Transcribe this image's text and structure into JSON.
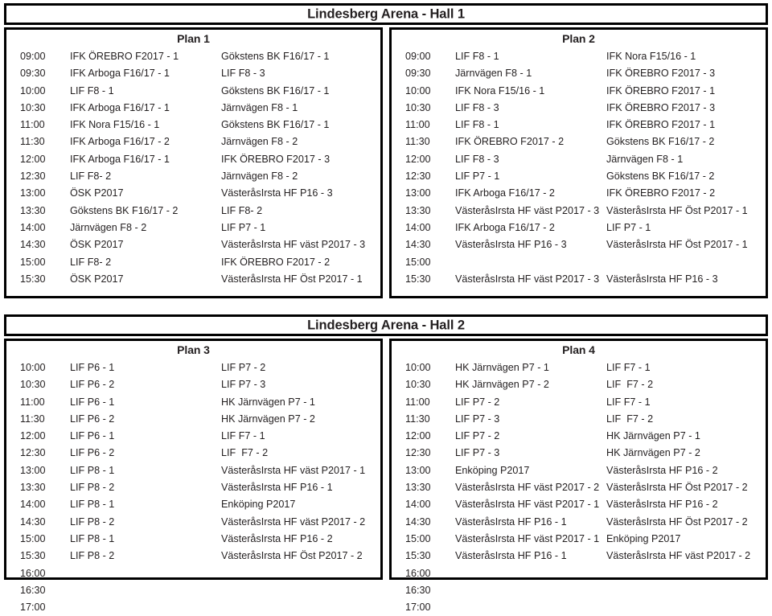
{
  "halls": [
    {
      "title": "Lindesberg Arena - Hall 1",
      "plans": [
        {
          "title": "Plan 1",
          "rows": [
            {
              "time": "09:00",
              "home": "IFK ÖREBRO F2017 - 1",
              "away": "Gökstens BK F16/17 - 1"
            },
            {
              "time": "09:30",
              "home": "IFK Arboga F16/17 - 1",
              "away": "LIF F8 - 3"
            },
            {
              "time": "10:00",
              "home": "LIF F8 - 1",
              "away": "Gökstens BK F16/17 - 1"
            },
            {
              "time": "10:30",
              "home": "IFK Arboga F16/17 - 1",
              "away": "Järnvägen F8 - 1"
            },
            {
              "time": "11:00",
              "home": "IFK Nora F15/16 - 1",
              "away": "Gökstens BK F16/17 - 1"
            },
            {
              "time": "11:30",
              "home": "IFK Arboga F16/17 - 2",
              "away": "Järnvägen F8 - 2"
            },
            {
              "time": "12:00",
              "home": "IFK Arboga F16/17 - 1",
              "away": "IFK ÖREBRO F2017 - 3"
            },
            {
              "time": "12:30",
              "home": "LIF F8- 2",
              "away": "Järnvägen F8 - 2"
            },
            {
              "time": "13:00",
              "home": "ÖSK P2017",
              "away": "VästeråsIrsta HF P16 - 3"
            },
            {
              "time": "13:30",
              "home": "Gökstens BK F16/17 - 2",
              "away": "LIF F8- 2"
            },
            {
              "time": "14:00",
              "home": "Järnvägen F8 - 2",
              "away": "LIF P7 - 1"
            },
            {
              "time": "14:30",
              "home": "ÖSK P2017",
              "away": "VästeråsIrsta HF väst P2017 - 3"
            },
            {
              "time": "15:00",
              "home": "LIF F8- 2",
              "away": "IFK ÖREBRO F2017 - 2"
            },
            {
              "time": "15:30",
              "home": "ÖSK P2017",
              "away": "VästeråsIrsta HF Öst P2017 - 1"
            }
          ]
        },
        {
          "title": "Plan 2",
          "rows": [
            {
              "time": "09:00",
              "home": "LIF F8 - 1",
              "away": "IFK Nora F15/16 - 1"
            },
            {
              "time": "09:30",
              "home": "Järnvägen F8 - 1",
              "away": "IFK ÖREBRO F2017 - 3"
            },
            {
              "time": "10:00",
              "home": "IFK Nora F15/16 - 1",
              "away": "IFK ÖREBRO F2017 - 1"
            },
            {
              "time": "10:30",
              "home": "LIF F8 - 3",
              "away": "IFK ÖREBRO F2017 - 3"
            },
            {
              "time": "11:00",
              "home": "LIF F8 - 1",
              "away": "IFK ÖREBRO F2017 - 1"
            },
            {
              "time": "11:30",
              "home": "IFK ÖREBRO F2017 - 2",
              "away": "Gökstens BK F16/17 - 2"
            },
            {
              "time": "12:00",
              "home": "LIF F8 - 3",
              "away": "Järnvägen F8 - 1"
            },
            {
              "time": "12:30",
              "home": "LIF P7 - 1",
              "away": "Gökstens BK F16/17 - 2"
            },
            {
              "time": "13:00",
              "home": "IFK Arboga F16/17 - 2",
              "away": "IFK ÖREBRO F2017 - 2"
            },
            {
              "time": "13:30",
              "home": "VästeråsIrsta HF väst P2017 - 3",
              "away": "VästeråsIrsta HF Öst P2017 - 1"
            },
            {
              "time": "14:00",
              "home": "IFK Arboga F16/17 - 2",
              "away": "LIF P7 - 1"
            },
            {
              "time": "14:30",
              "home": "VästeråsIrsta HF P16 - 3",
              "away": "VästeråsIrsta HF Öst P2017 - 1"
            },
            {
              "time": "15:00",
              "home": "",
              "away": ""
            },
            {
              "time": "15:30",
              "home": "VästeråsIrsta HF väst P2017 - 3",
              "away": "VästeråsIrsta HF P16 - 3"
            }
          ]
        }
      ]
    },
    {
      "title": "Lindesberg Arena - Hall 2",
      "plans": [
        {
          "title": "Plan 3",
          "rows": [
            {
              "time": "10:00",
              "home": "LIF P6 - 1",
              "away": "LIF P7 - 2"
            },
            {
              "time": "10:30",
              "home": "LIF P6 - 2",
              "away": "LIF P7 - 3"
            },
            {
              "time": "11:00",
              "home": "LIF P6 - 1",
              "away": "HK Järnvägen P7 - 1"
            },
            {
              "time": "11:30",
              "home": "LIF P6 - 2",
              "away": "HK Järnvägen P7 - 2"
            },
            {
              "time": "12:00",
              "home": "LIF P6 - 1",
              "away": "LIF F7 - 1"
            },
            {
              "time": "12:30",
              "home": "LIF P6 - 2",
              "away": "LIF  F7 - 2"
            },
            {
              "time": "13:00",
              "home": "LIF P8 - 1",
              "away": "VästeråsIrsta HF väst P2017 - 1"
            },
            {
              "time": "13:30",
              "home": "LIF P8 - 2",
              "away": "VästeråsIrsta HF P16 - 1"
            },
            {
              "time": "14:00",
              "home": "LIF P8 - 1",
              "away": "Enköping P2017"
            },
            {
              "time": "14:30",
              "home": "LIF P8 - 2",
              "away": "VästeråsIrsta HF väst P2017 - 2"
            },
            {
              "time": "15:00",
              "home": "LIF P8 - 1",
              "away": "VästeråsIrsta HF P16 - 2"
            },
            {
              "time": "15:30",
              "home": "LIF P8 - 2",
              "away": "VästeråsIrsta HF Öst P2017 - 2"
            },
            {
              "time": "16:00",
              "home": "",
              "away": ""
            },
            {
              "time": "16:30",
              "home": "",
              "away": ""
            },
            {
              "time": "17:00",
              "home": "",
              "away": ""
            }
          ]
        },
        {
          "title": "Plan 4",
          "rows": [
            {
              "time": "10:00",
              "home": "HK Järnvägen P7 - 1",
              "away": "LIF F7 - 1"
            },
            {
              "time": "10:30",
              "home": "HK Järnvägen P7 - 2",
              "away": "LIF  F7 - 2"
            },
            {
              "time": "11:00",
              "home": "LIF P7 - 2",
              "away": "LIF F7 - 1"
            },
            {
              "time": "11:30",
              "home": "LIF P7 - 3",
              "away": "LIF  F7 - 2"
            },
            {
              "time": "12:00",
              "home": "LIF P7 - 2",
              "away": "HK Järnvägen P7 - 1"
            },
            {
              "time": "12:30",
              "home": "LIF P7 - 3",
              "away": "HK Järnvägen P7 - 2"
            },
            {
              "time": "13:00",
              "home": "Enköping P2017",
              "away": "VästeråsIrsta HF P16 - 2"
            },
            {
              "time": "13:30",
              "home": "VästeråsIrsta HF väst P2017 - 2",
              "away": "VästeråsIrsta HF Öst P2017 - 2"
            },
            {
              "time": "14:00",
              "home": "VästeråsIrsta HF väst P2017 - 1",
              "away": "VästeråsIrsta HF P16 - 2"
            },
            {
              "time": "14:30",
              "home": "VästeråsIrsta HF P16 - 1",
              "away": "VästeråsIrsta HF Öst P2017 - 2"
            },
            {
              "time": "15:00",
              "home": "VästeråsIrsta HF väst P2017 - 1",
              "away": "Enköping P2017"
            },
            {
              "time": "15:30",
              "home": "VästeråsIrsta HF P16 - 1",
              "away": "VästeråsIrsta HF väst P2017 - 2"
            },
            {
              "time": "16:00",
              "home": "",
              "away": ""
            },
            {
              "time": "16:30",
              "home": "",
              "away": ""
            },
            {
              "time": "17:00",
              "home": "",
              "away": ""
            }
          ]
        }
      ]
    }
  ],
  "colors": {
    "border": "#000000",
    "text": "#231f20",
    "background": "#ffffff"
  }
}
